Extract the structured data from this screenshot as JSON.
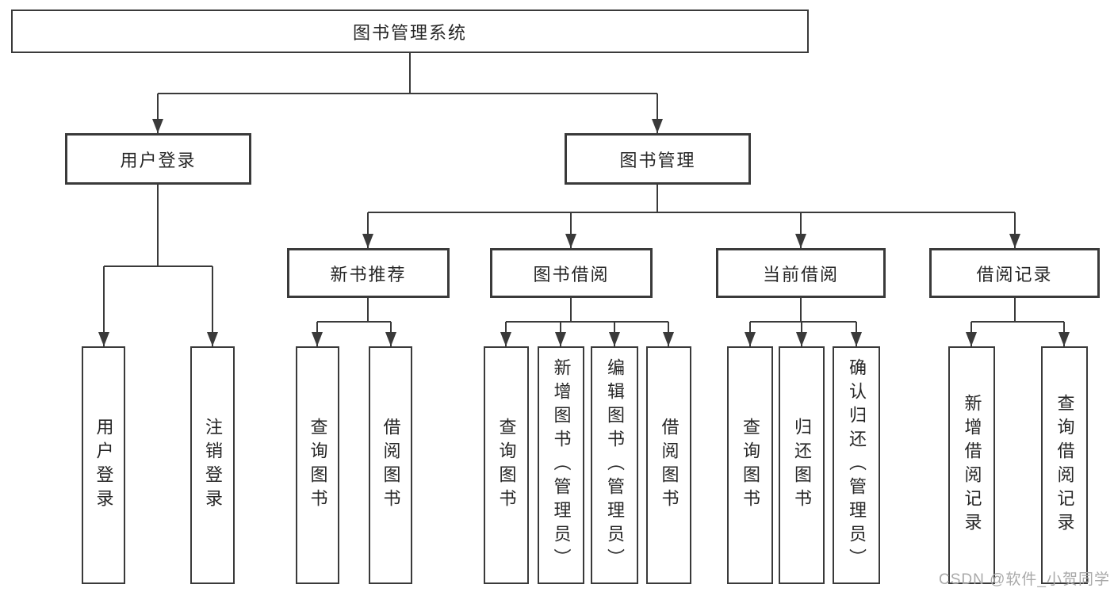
{
  "diagram": {
    "root": {
      "label": "图书管理系统"
    },
    "branches": [
      {
        "label": "用户登录",
        "children": [
          {
            "label": "用户登录"
          },
          {
            "label": "注销登录"
          }
        ]
      },
      {
        "label": "图书管理",
        "children": [
          {
            "label": "新书推荐",
            "children": [
              {
                "label": "查询图书"
              },
              {
                "label": "借阅图书"
              }
            ]
          },
          {
            "label": "图书借阅",
            "children": [
              {
                "label": "查询图书"
              },
              {
                "label": "新增图书（管理员）"
              },
              {
                "label": "编辑图书（管理员）"
              },
              {
                "label": "借阅图书"
              }
            ]
          },
          {
            "label": "当前借阅",
            "children": [
              {
                "label": "查询图书"
              },
              {
                "label": "归还图书"
              },
              {
                "label": "确认归还（管理员）"
              }
            ]
          },
          {
            "label": "借阅记录",
            "children": [
              {
                "label": "新增借阅记录"
              },
              {
                "label": "查询借阅记录"
              }
            ]
          }
        ]
      }
    ]
  },
  "watermark": {
    "text": "CSDN @软件_小贺同学"
  },
  "colors": {
    "line": "#3a3a3a",
    "box_border": "#3a3a3a",
    "text": "#262626",
    "watermark": "#a9a9a9",
    "background": "#ffffff"
  }
}
